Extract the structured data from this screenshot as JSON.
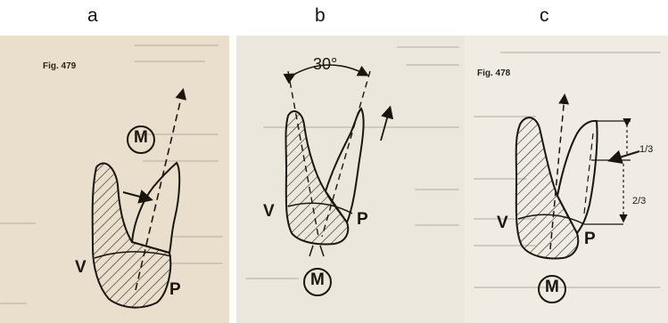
{
  "panels": [
    {
      "letter": "a",
      "fig": "Fig. 479",
      "m": "M",
      "v": "V",
      "p": "P"
    },
    {
      "letter": "b",
      "angle": "30°",
      "m": "M",
      "v": "V",
      "p": "P"
    },
    {
      "letter": "c",
      "fig": "Fig. 478",
      "m": "M",
      "v": "V",
      "p": "P",
      "upper": "1/3",
      "lower": "2/3"
    }
  ]
}
